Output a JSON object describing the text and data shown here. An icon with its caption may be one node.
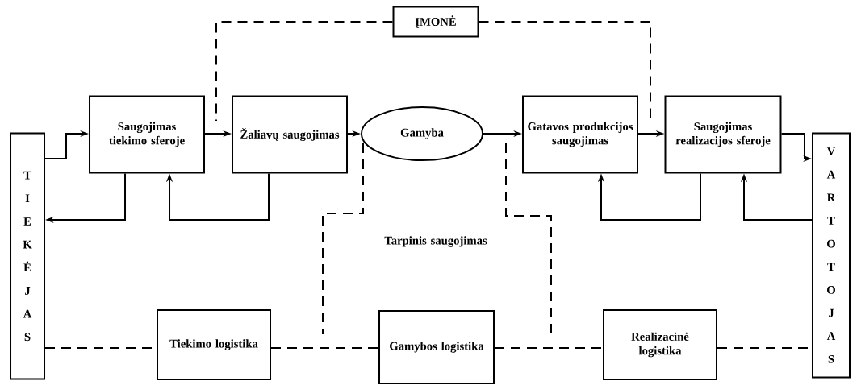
{
  "diagram": {
    "nodes": [
      {
        "text": [
          "T I E K Ė J A S"
        ]
      },
      {
        "text": [
          "ĮMONĖ"
        ]
      },
      {
        "text": [
          "Saugojimas tiekimo sferoje"
        ]
      },
      {
        "text": [
          "Žaliavų saugojimas"
        ]
      },
      {
        "text": [
          "Gamyba"
        ]
      },
      {
        "text": [
          "Gatavos produkcijos saugojimas"
        ]
      },
      {
        "text": [
          "Saugojimas realizacijos sferoje"
        ]
      },
      {
        "text": [
          "V A R T O T O J A S"
        ]
      },
      {
        "text": [
          "Tiekimo logistika"
        ]
      },
      {
        "text": [
          "Gamybos logistika"
        ]
      },
      {
        "text": [
          "Realizacinė logistika"
        ]
      }
    ],
    "edges": [
      {
        "from": 0,
        "to": 2,
        "arrow": "to"
      },
      {
        "from": 2,
        "to": 0,
        "arrow": "to"
      },
      {
        "from": 2,
        "to": 3,
        "arrow": "to"
      },
      {
        "from": 3,
        "to": 2,
        "arrow": "to"
      },
      {
        "from": 3,
        "to": 4,
        "arrow": "to"
      },
      {
        "from": 4,
        "to": 5,
        "arrow": "to"
      },
      {
        "from": 5,
        "to": 6,
        "arrow": "to"
      },
      {
        "from": 6,
        "to": 5,
        "arrow": "to"
      },
      {
        "from": 6,
        "to": 7,
        "arrow": "to"
      },
      {
        "from": 7,
        "to": 6,
        "arrow": "to"
      },
      {
        "from": 1,
        "to": null,
        "arrow": "none",
        "style": "dashed"
      },
      {
        "from": 1,
        "to": null,
        "arrow": "none",
        "style": "dashed"
      },
      {
        "from": 0,
        "to": 8,
        "arrow": "none",
        "style": "dashed"
      },
      {
        "from": 8,
        "to": 9,
        "arrow": "none",
        "style": "dashed"
      },
      {
        "from": 9,
        "to": 10,
        "arrow": "none",
        "style": "dashed"
      },
      {
        "from": 10,
        "to": 7,
        "arrow": "none",
        "style": "dashed"
      }
    ],
    "labels": [
      "Tarpinis saugojimas"
    ]
  }
}
